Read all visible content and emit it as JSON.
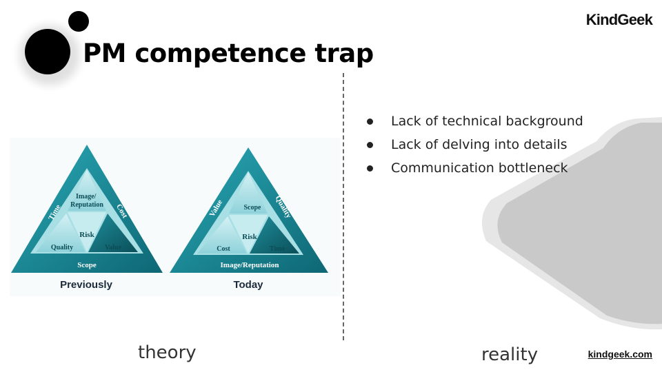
{
  "brand": {
    "logo_text": "KindGeek",
    "website": "kindgeek.com"
  },
  "slide": {
    "title": "PM competence trap",
    "bullets": [
      "Lack of technical background",
      "Lack of delving into details",
      "Communication bottleneck"
    ],
    "left_caption": "theory",
    "right_caption": "reality"
  },
  "diagram": {
    "previously": {
      "caption": "Previously",
      "left_side": "Time",
      "right_side": "Cost",
      "base": "Scope",
      "top": [
        "Image/",
        "Reputation"
      ],
      "center": "Risk",
      "bottom_left": "Quality",
      "bottom_right": "Value"
    },
    "today": {
      "caption": "Today",
      "left_side": "Value",
      "right_side": "Quality",
      "base": "Image/Reputation",
      "top": "Scope",
      "center": "Risk",
      "bottom_left": "Cost",
      "bottom_right": "Time"
    }
  },
  "colors": {
    "teal_dark": "#0f6f7b",
    "teal_mid": "#29a3b0",
    "teal_light": "#a9e0e6",
    "deco_gray": "#c9c9c9"
  }
}
